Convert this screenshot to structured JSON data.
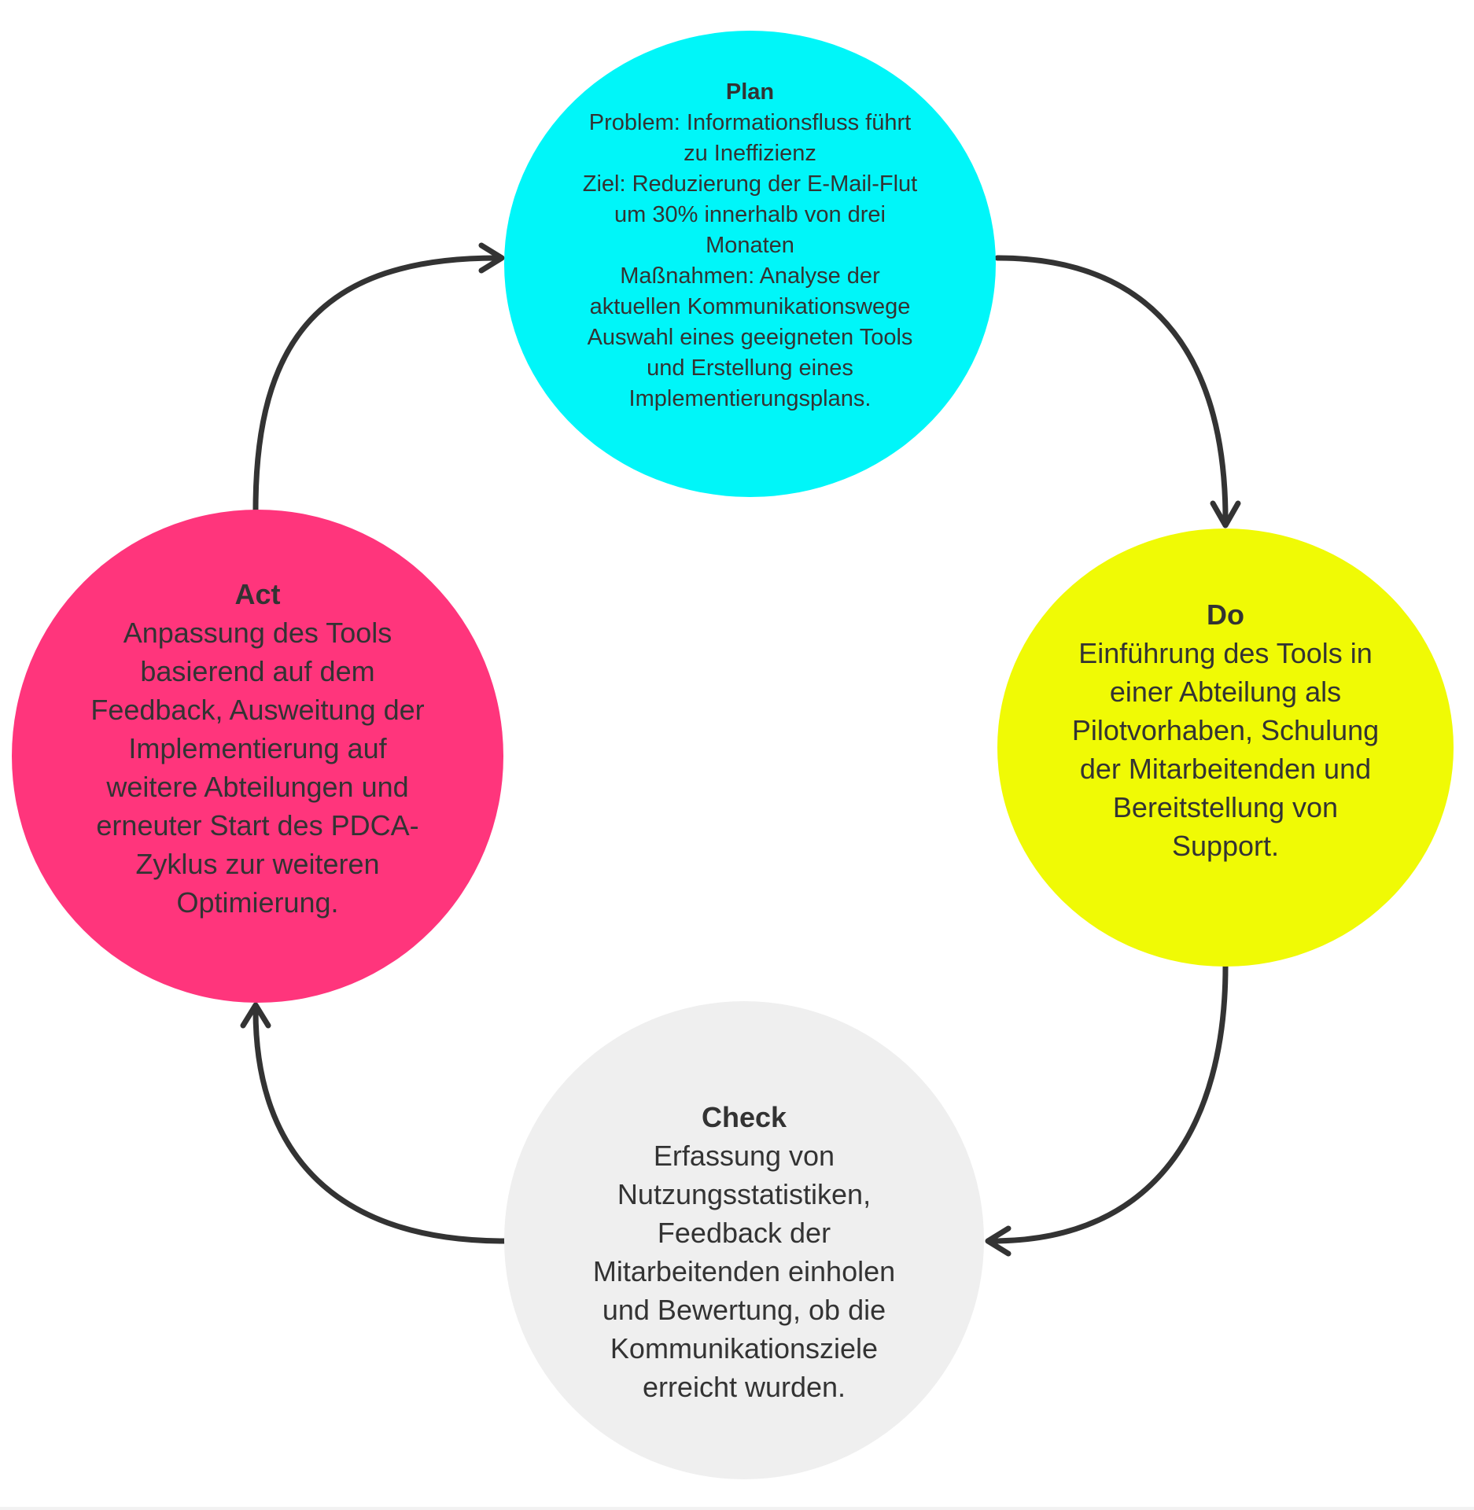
{
  "diagram": {
    "stroke_color": "#333333",
    "nodes": {
      "plan": {
        "title": "Plan",
        "color": "#00f6f9",
        "lines": [
          "Problem: Informationsfluss führt",
          "zu Ineffizienz",
          "Ziel: Reduzierung der E-Mail-Flut",
          "um 30% innerhalb von drei",
          "Monaten",
          "Maßnahmen: Analyse der",
          "aktuellen Kommunikationswege",
          "Auswahl eines geeigneten Tools",
          "und Erstellung eines",
          "Implementierungsplans."
        ]
      },
      "do": {
        "title": "Do",
        "color": "#f0fa05",
        "lines": [
          "Einführung des Tools in",
          "einer Abteilung als",
          "Pilotvorhaben, Schulung",
          "der Mitarbeitenden und",
          "Bereitstellung von",
          "Support."
        ]
      },
      "check": {
        "title": "Check",
        "color": "#efefef",
        "lines": [
          "Erfassung von",
          "Nutzungsstatistiken,",
          "Feedback der",
          "Mitarbeitenden einholen",
          "und Bewertung, ob die",
          "Kommunikationsziele",
          "erreicht wurden."
        ]
      },
      "act": {
        "title": "Act",
        "color": "#ff357c",
        "lines": [
          "Anpassung des Tools",
          "basierend auf dem",
          "Feedback, Ausweitung der",
          "Implementierung auf",
          "weitere Abteilungen und",
          "erneuter Start des PDCA-",
          "Zyklus zur weiteren",
          "Optimierung."
        ]
      }
    },
    "arrows": [
      {
        "from": "plan",
        "to": "do"
      },
      {
        "from": "do",
        "to": "check"
      },
      {
        "from": "check",
        "to": "act"
      },
      {
        "from": "act",
        "to": "plan"
      }
    ]
  }
}
